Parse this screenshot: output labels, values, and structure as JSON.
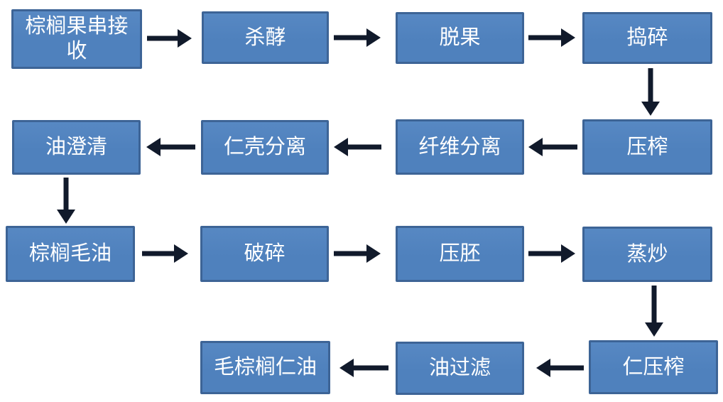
{
  "flowchart": {
    "title": "palm-oil-processing-flow",
    "colors": {
      "canvas_bg": "#ffffff",
      "box_fill": "#4f81bd",
      "box_border": "#3d6496",
      "box_text": "#ffffff",
      "arrow_color": "#111a2b"
    },
    "nodes": [
      {
        "id": "n1",
        "label": "棕榈果串接收"
      },
      {
        "id": "n2",
        "label": "杀酵"
      },
      {
        "id": "n3",
        "label": "脱果"
      },
      {
        "id": "n4",
        "label": "捣碎"
      },
      {
        "id": "n5",
        "label": "压榨"
      },
      {
        "id": "n6",
        "label": "纤维分离"
      },
      {
        "id": "n7",
        "label": "仁壳分离"
      },
      {
        "id": "n8",
        "label": "油澄清"
      },
      {
        "id": "n9",
        "label": "棕榈毛油"
      },
      {
        "id": "n10",
        "label": "破碎"
      },
      {
        "id": "n11",
        "label": "压胚"
      },
      {
        "id": "n12",
        "label": "蒸炒"
      },
      {
        "id": "n13",
        "label": "仁压榨"
      },
      {
        "id": "n14",
        "label": "油过滤"
      },
      {
        "id": "n15",
        "label": "毛棕榈仁油"
      }
    ],
    "edges": [
      {
        "from": "棕榈果串接收",
        "to": "杀酵"
      },
      {
        "from": "杀酵",
        "to": "脱果"
      },
      {
        "from": "脱果",
        "to": "捣碎"
      },
      {
        "from": "捣碎",
        "to": "压榨"
      },
      {
        "from": "压榨",
        "to": "纤维分离"
      },
      {
        "from": "纤维分离",
        "to": "仁壳分离"
      },
      {
        "from": "仁壳分离",
        "to": "油澄清"
      },
      {
        "from": "油澄清",
        "to": "棕榈毛油"
      },
      {
        "from": "棕榈毛油",
        "to": "破碎"
      },
      {
        "from": "破碎",
        "to": "压胚"
      },
      {
        "from": "压胚",
        "to": "蒸炒"
      },
      {
        "from": "蒸炒",
        "to": "仁压榨"
      },
      {
        "from": "仁压榨",
        "to": "油过滤"
      },
      {
        "from": "油过滤",
        "to": "毛棕榈仁油"
      }
    ]
  }
}
